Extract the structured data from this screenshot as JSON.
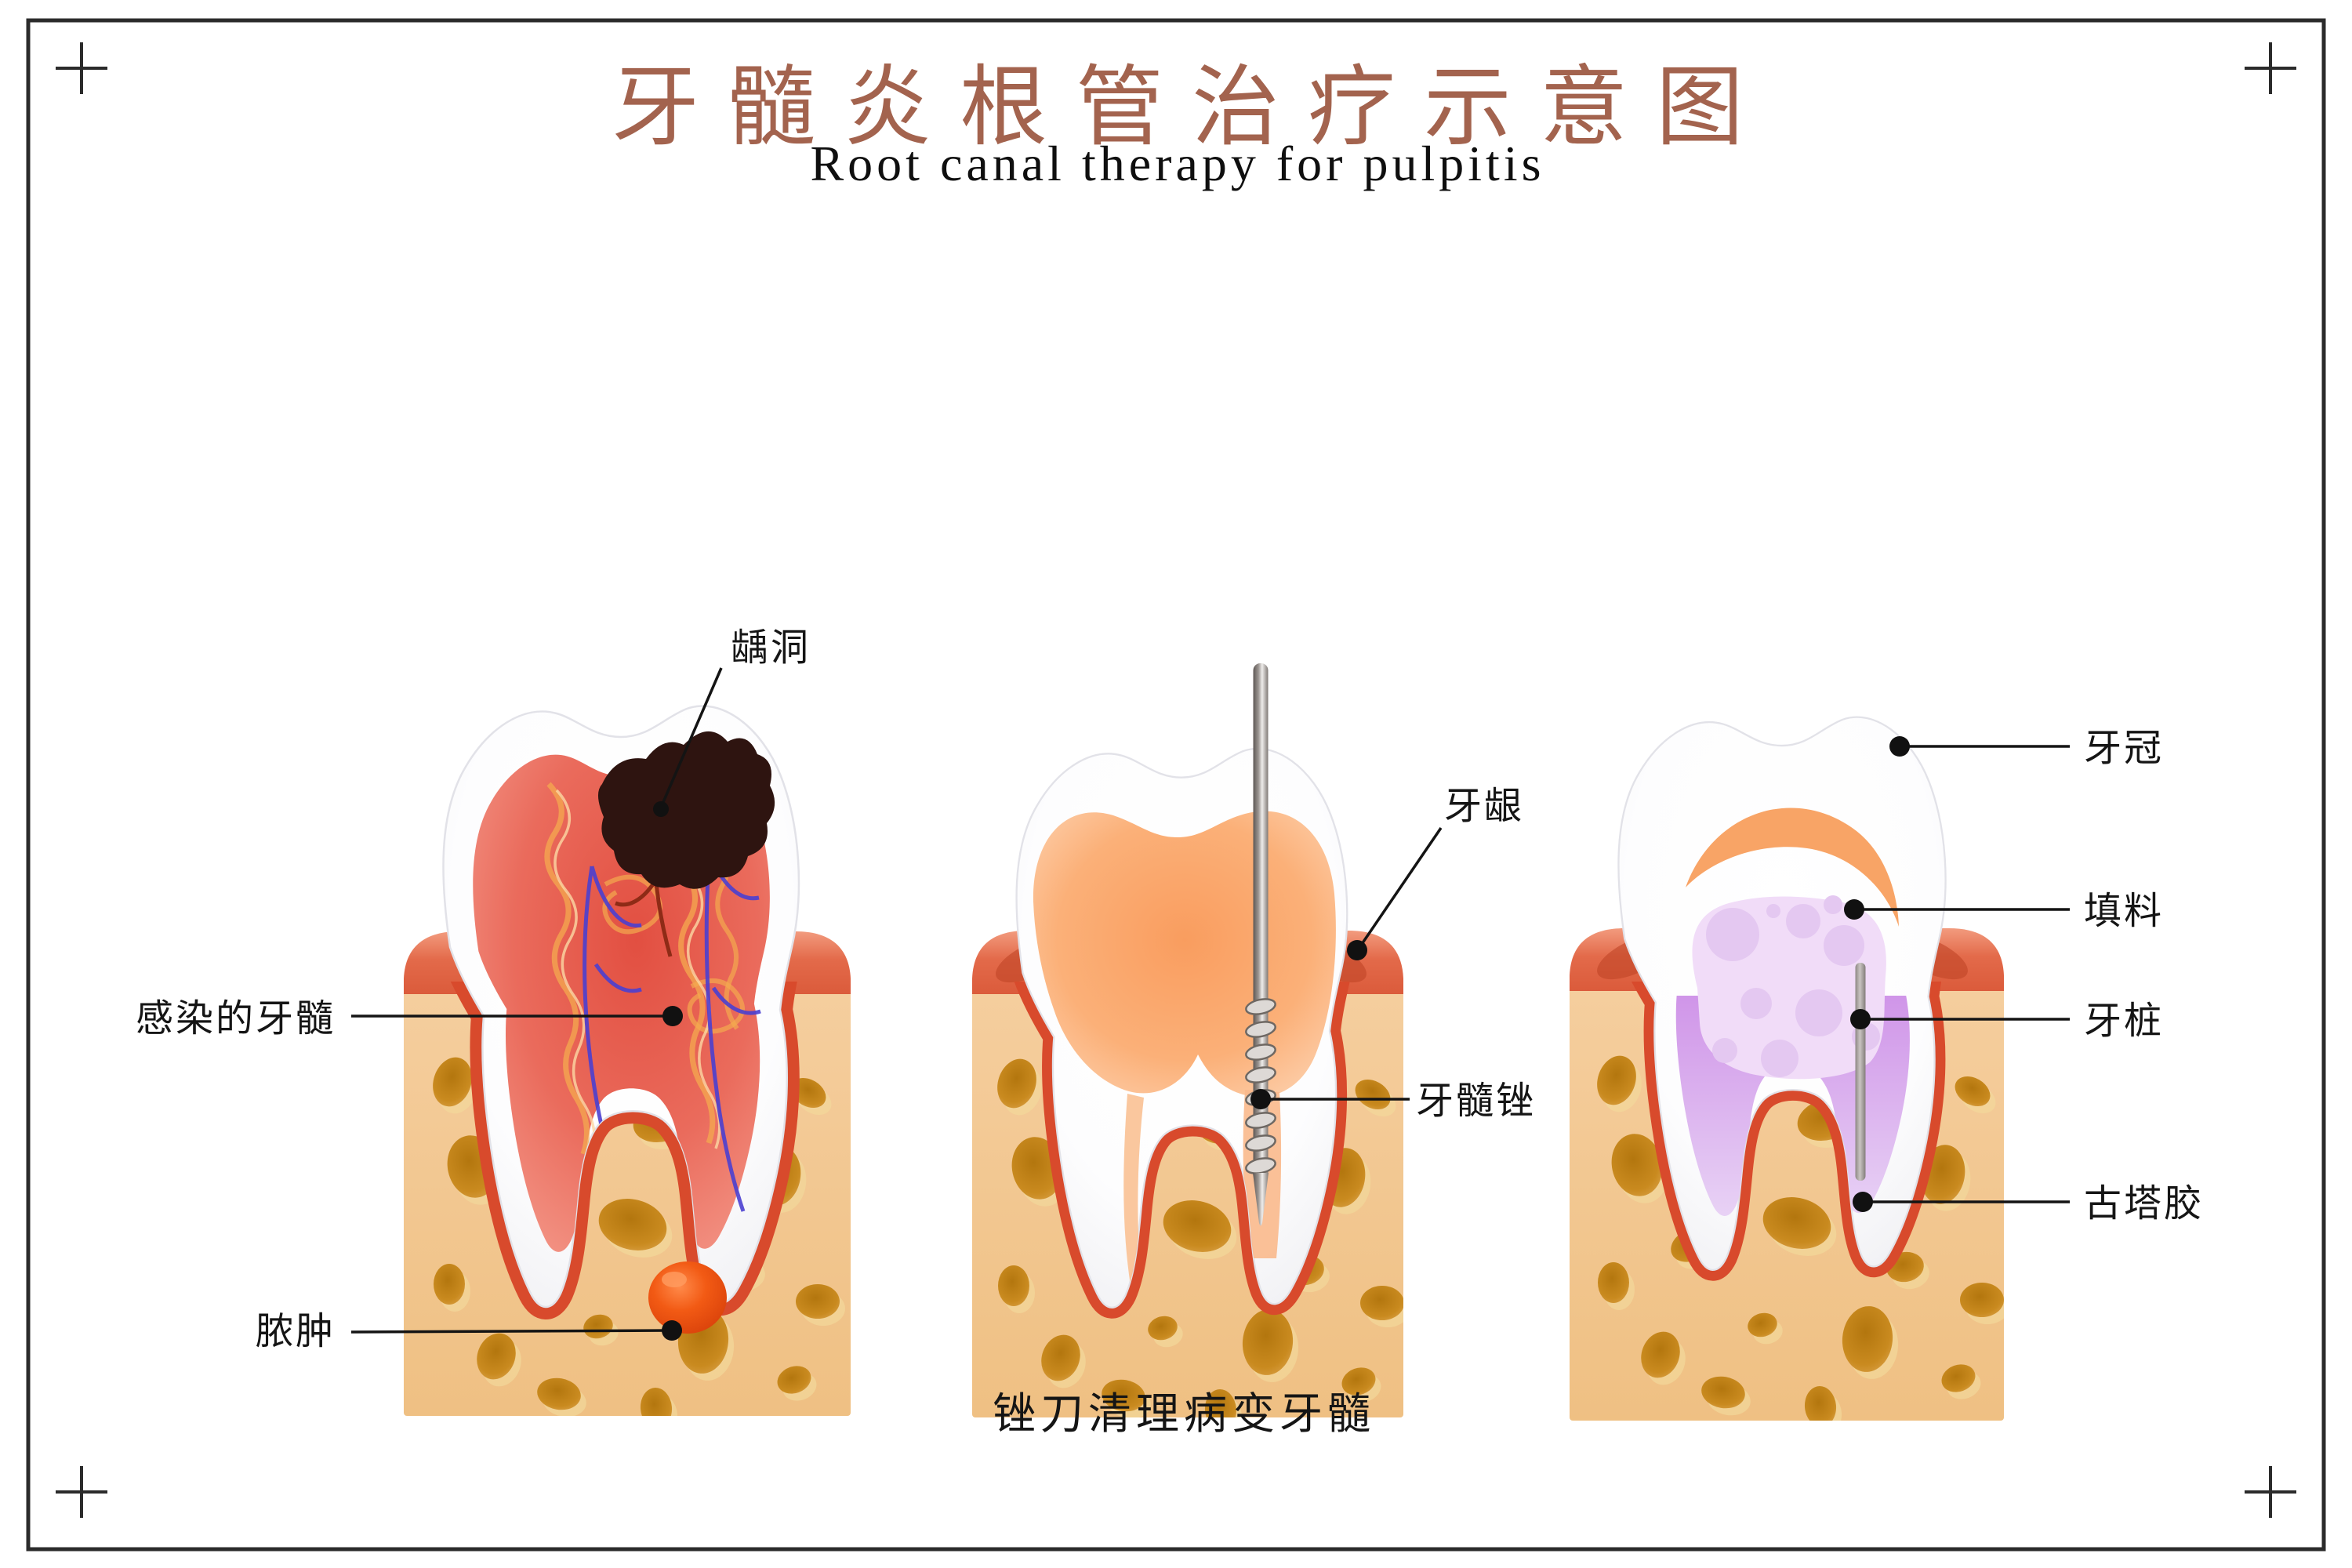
{
  "title": {
    "zh": "牙髓炎根管治疗示意图",
    "en": "Root canal therapy for pulpitis"
  },
  "stages": [
    {
      "id": "pulpitis-tooth",
      "labels": [
        {
          "key": "cavity",
          "text": "龋洞"
        },
        {
          "key": "infected-pulp",
          "text": "感染的牙髓"
        },
        {
          "key": "abscess",
          "text": "脓肿"
        }
      ]
    },
    {
      "id": "file-cleaning-tooth",
      "labels": [
        {
          "key": "gum",
          "text": "牙龈"
        },
        {
          "key": "pulp-file",
          "text": "牙髓锉"
        }
      ],
      "caption": "锉刀清理病变牙髓"
    },
    {
      "id": "restored-tooth",
      "labels": [
        {
          "key": "crown",
          "text": "牙冠"
        },
        {
          "key": "filling",
          "text": "填料"
        },
        {
          "key": "post",
          "text": "牙桩"
        },
        {
          "key": "gutta-percha",
          "text": "古塔胶"
        }
      ]
    }
  ],
  "palette": {
    "title_brown": "#A3634E",
    "label_black": "#151515",
    "frame": "#2b2b2b",
    "gum": "#E36A4A",
    "bone": "#F1C48C",
    "bone_spot": "#C8861C",
    "infected_pulp": "#E85A4C",
    "cavity": "#2E1410",
    "healthy_pulp": "#FBA76B",
    "filling_lavender": "#F0D9F8",
    "canal_purple": "#C77BE3",
    "metal_gray": "#8F8A86",
    "abscess": "#E8550F"
  }
}
